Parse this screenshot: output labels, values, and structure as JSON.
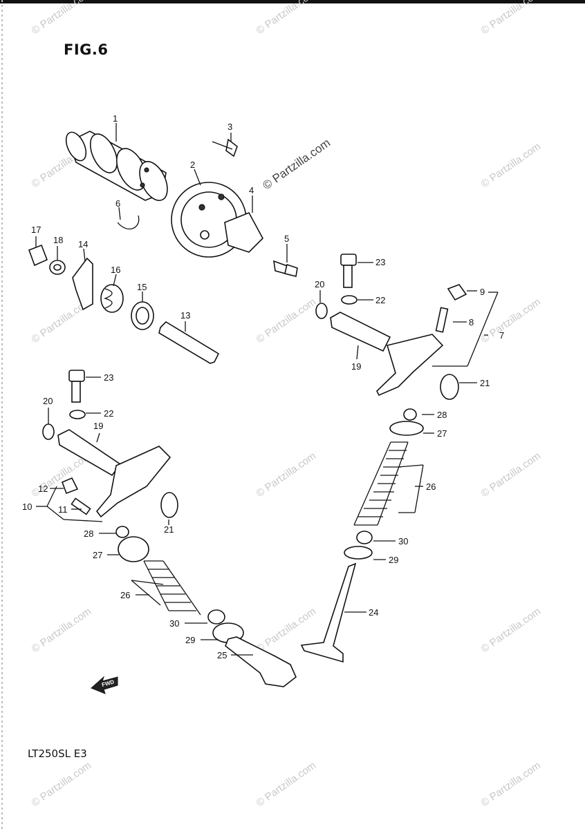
{
  "figure_title": "FIG.6",
  "model_code": "LT250SL  E3",
  "watermark_text": "© Partzilla.com",
  "front_marker": "FWD",
  "colors": {
    "ink": "#111111",
    "watermark": "#c8c8c8",
    "background": "#ffffff"
  },
  "callouts": {
    "c1": "1",
    "c2": "2",
    "c3": "3",
    "c4": "4",
    "c5": "5",
    "c6": "6",
    "c7": "7",
    "c8": "8",
    "c9": "9",
    "c10": "10",
    "c11": "11",
    "c12": "12",
    "c13": "13",
    "c14": "14",
    "c15": "15",
    "c16": "16",
    "c17": "17",
    "c18": "18",
    "c19a": "19",
    "c19b": "19",
    "c20a": "20",
    "c20b": "20",
    "c21a": "21",
    "c21b": "21",
    "c22a": "22",
    "c22b": "22",
    "c23a": "23",
    "c23b": "23",
    "c24": "24",
    "c25": "25",
    "c26a": "26",
    "c26b": "26",
    "c27a": "27",
    "c27b": "27",
    "c28a": "28",
    "c28b": "28",
    "c29a": "29",
    "c29b": "29",
    "c30a": "30",
    "c30b": "30"
  }
}
